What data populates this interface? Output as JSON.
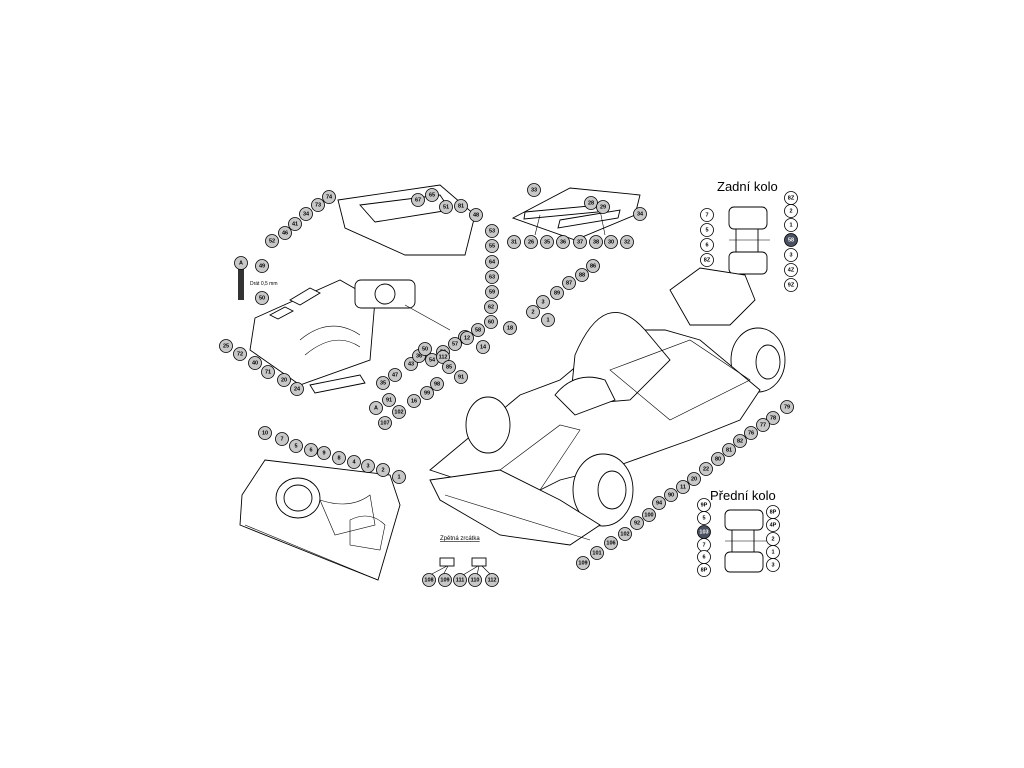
{
  "rear_wheel_title": "Zadní kolo",
  "front_wheel_title": "Přední kolo",
  "mirrors_title": "Zpětná zrcátka",
  "wire_note": "Drát 0,5 mm",
  "callouts": {
    "rear_wing": [
      "33",
      "28",
      "29",
      "34",
      "31",
      "26",
      "35",
      "36",
      "37",
      "38",
      "30",
      "32"
    ],
    "engine_top": [
      "74",
      "73",
      "67",
      "65",
      "81",
      "51",
      "34",
      "41",
      "46",
      "52",
      "48",
      "53",
      "55",
      "64",
      "63",
      "59",
      "62",
      "60",
      "58",
      "56",
      "57",
      "50",
      "54"
    ],
    "left_side": [
      "A",
      "49",
      "50",
      "25",
      "72",
      "40",
      "71",
      "20",
      "24",
      "A",
      "91",
      "35",
      "47",
      "43",
      "36",
      "50"
    ],
    "center": [
      "12",
      "14",
      "18",
      "3",
      "2",
      "1",
      "89",
      "87",
      "88",
      "86",
      "112",
      "91",
      "98",
      "99",
      "16",
      "102",
      "107",
      "85"
    ],
    "right_body": [
      "79",
      "78",
      "77",
      "76",
      "82",
      "81",
      "80",
      "22",
      "20",
      "11",
      "90",
      "94",
      "100",
      "92",
      "102",
      "106",
      "101",
      "109"
    ],
    "cockpit": [
      "10",
      "7",
      "5",
      "6",
      "9",
      "8",
      "4",
      "3",
      "2",
      "1"
    ],
    "mirrors": [
      "108",
      "109",
      "111",
      "110",
      "112"
    ],
    "rear_wheel": [
      "7",
      "8Z",
      "2",
      "5",
      "1",
      "58",
      "6",
      "3",
      "8Z",
      "4Z",
      "9Z"
    ],
    "front_wheel": [
      "9P",
      "5",
      "8P",
      "4P",
      "103",
      "2",
      "7",
      "1",
      "6",
      "8P",
      "3"
    ]
  }
}
